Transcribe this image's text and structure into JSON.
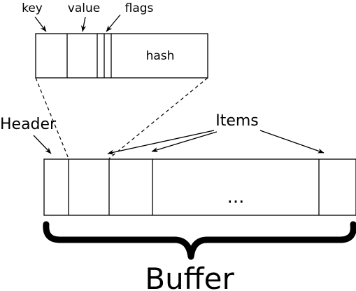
{
  "labels": {
    "key": "key",
    "value": "value",
    "flags": "flags",
    "hash": "hash",
    "header": "Header",
    "items": "Items",
    "ellipsis": "...",
    "buffer": "Buffer"
  },
  "colors": {
    "stroke": "#000000",
    "background": "#ffffff"
  }
}
